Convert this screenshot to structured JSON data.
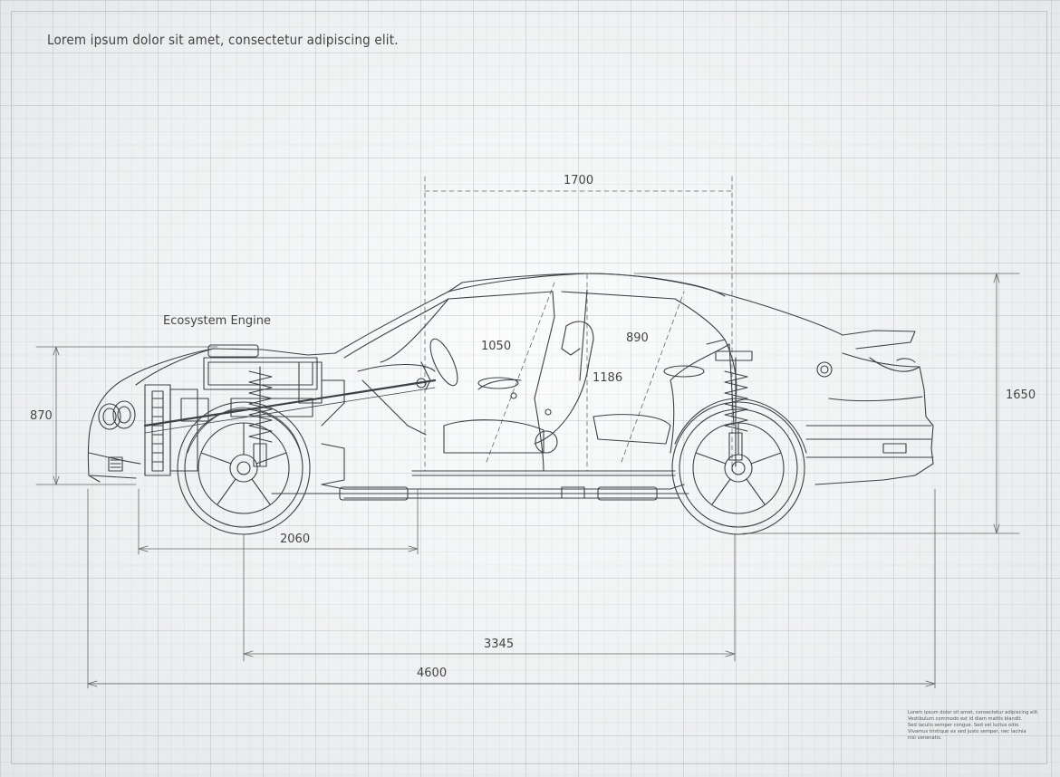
{
  "header": {
    "title": "Lorem ipsum dolor sit amet, consectetur adipiscing elit."
  },
  "annotations": {
    "engine_label": "Ecosystem Engine"
  },
  "dimensions": {
    "roof_width": "1700",
    "front_overhang": "870",
    "overall_height": "1650",
    "front_seat": "1050",
    "rear_seat": "890",
    "seat_height": "1186",
    "front_to_midpoint": "2060",
    "wheelbase": "3345",
    "overall_length": "4600"
  },
  "footnote": {
    "lines": [
      "Lorem ipsum dolor sit amet, consectetur adipiscing elit.",
      "Vestibulum commodo est id diam mattis blandit.",
      "Sed iaculis semper congue. Sed vel luctus odio.",
      "Vivamus tristique ex sed justo semper, nec lacinia",
      "nisl venenatis."
    ]
  }
}
